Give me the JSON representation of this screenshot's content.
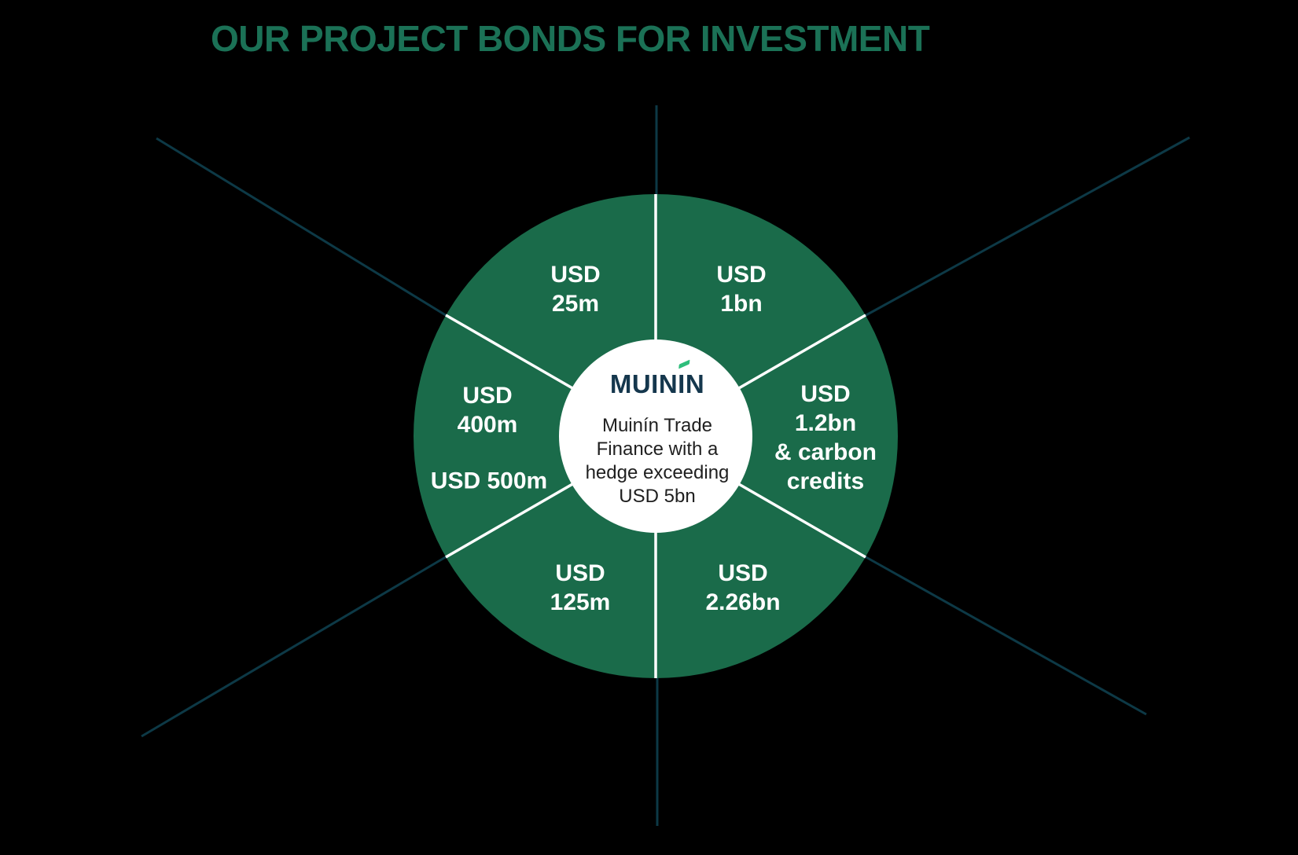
{
  "title": "OUR PROJECT BONDS FOR INVESTMENT",
  "colors": {
    "bg": "#000000",
    "segment_green": "#1A6B4A",
    "divider_white": "#FFFFFF",
    "ray_teal": "#0D3946",
    "title_green": "#1B7156",
    "brand_navy": "#15374D",
    "accent_green": "#2EBE7B",
    "body_text": "#1F1F1F"
  },
  "wheel": {
    "hub": {
      "brand": "MUINÍN",
      "brand_prefix": "MUIN",
      "brand_i": "I",
      "brand_suffix": "N",
      "description": "Muinín Trade\nFinance with a\nhedge exceeding\nUSD 5bn"
    },
    "segments": [
      {
        "position": "top-left",
        "label": "USD\n25m"
      },
      {
        "position": "top-right",
        "label": "USD\n1bn"
      },
      {
        "position": "right",
        "label": "USD\n1.2bn\n& carbon\ncredits"
      },
      {
        "position": "bottom-right",
        "label": "USD\n2.26bn"
      },
      {
        "position": "bottom-left",
        "label": "USD\n125m"
      },
      {
        "position": "left-upper",
        "label": "USD\n400m"
      },
      {
        "position": "left-lower",
        "label": "USD 500m"
      }
    ]
  }
}
